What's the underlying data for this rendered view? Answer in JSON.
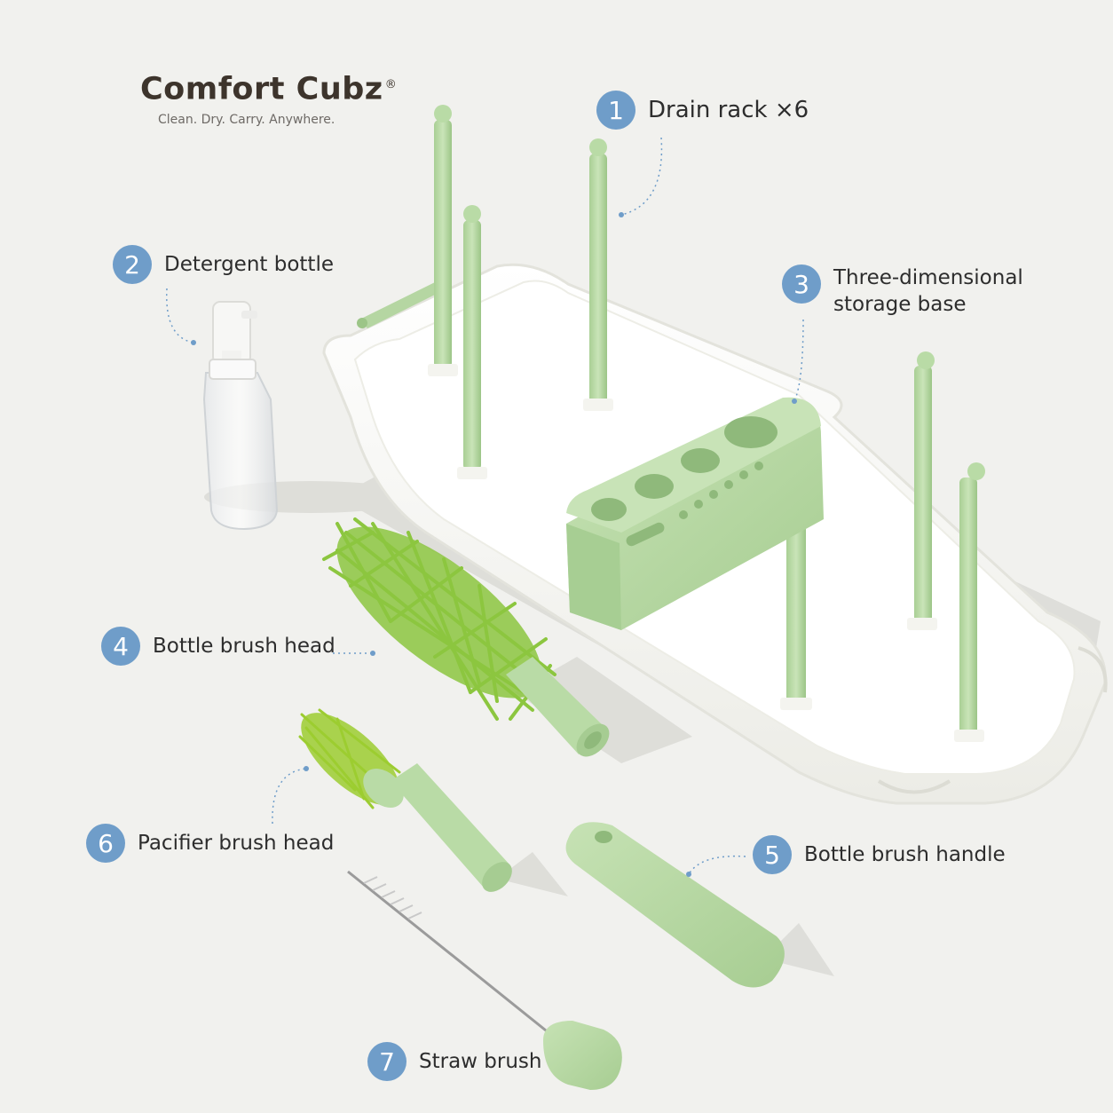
{
  "brand": {
    "name": "Comfort Cubz",
    "registered_mark": "®",
    "tagline": "Clean. Dry. Carry. Anywhere."
  },
  "callouts": [
    {
      "number": "1",
      "label": "Drain rack ×6"
    },
    {
      "number": "2",
      "label": "Detergent bottle"
    },
    {
      "number": "3",
      "label_line1": "Three-dimensional",
      "label_line2": "storage base"
    },
    {
      "number": "4",
      "label": "Bottle brush head"
    },
    {
      "number": "5",
      "label": "Bottle brush handle"
    },
    {
      "number": "6",
      "label": "Pacifier brush head"
    },
    {
      "number": "7",
      "label": "Straw brush"
    }
  ],
  "colors": {
    "background": "#f1f1ee",
    "badge": "#6f9dc9",
    "sage_green": "#b7d8a4",
    "brush_green": "#8cc63f",
    "tray_white": "#fbfbf9"
  }
}
